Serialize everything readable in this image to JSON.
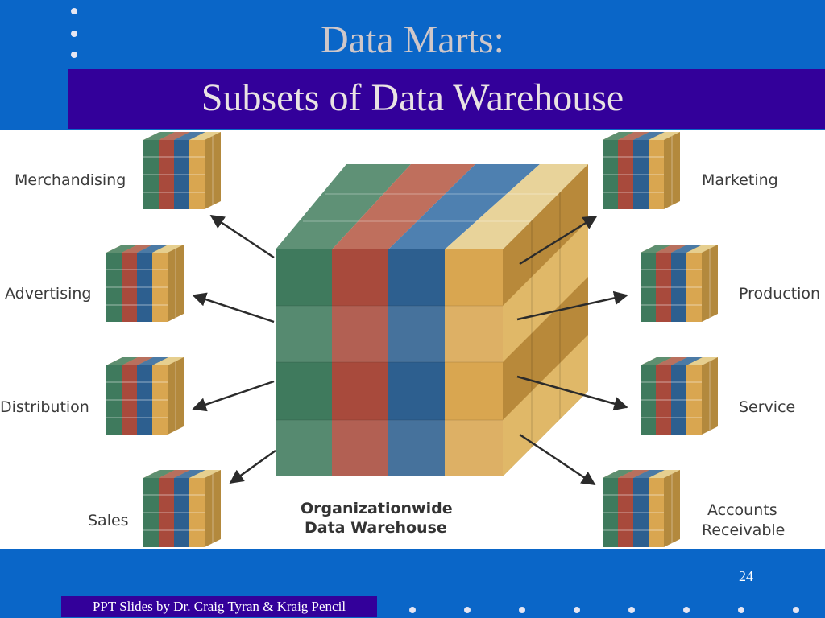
{
  "slide": {
    "title_line1": "Data Marts:",
    "title_line2": "Subsets of Data Warehouse",
    "page_number": "24",
    "credits": "PPT Slides by Dr. Craig Tyran & Kraig Pencil"
  },
  "diagram": {
    "center_label_line1": "Organizationwide",
    "center_label_line2": "Data Warehouse",
    "left_marts": [
      "Merchandising",
      "Advertising",
      "Distribution",
      "Sales"
    ],
    "right_marts": [
      "Marketing",
      "Production",
      "Service",
      "Accounts",
      "Receivable"
    ]
  },
  "colors": {
    "background": "#0a66c8",
    "title_band": "#33009a",
    "green": "#3f7a5d",
    "red": "#a84a3c",
    "blue": "#2d5f8f",
    "gold": "#d9a650"
  }
}
